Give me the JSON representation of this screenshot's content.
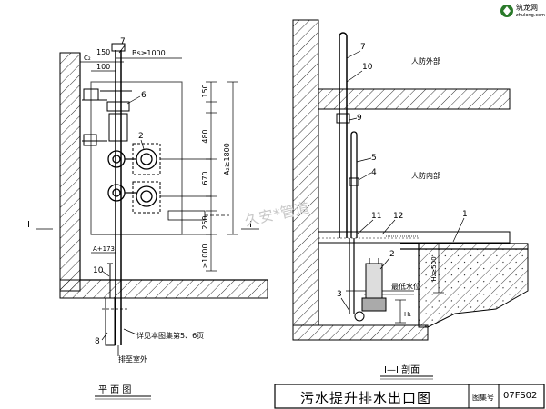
{
  "plan": {
    "caption": "平 面 图",
    "label_I_left": "I",
    "label_I_right": "I",
    "dims": {
      "d150": "150",
      "d_bs": "Bs≥1000",
      "d_ca": "C₂",
      "d150_top": "150",
      "d100": "100",
      "d480": "480",
      "d670": "670",
      "d250": "250",
      "d_ge1000": "≥1000",
      "d_ge1800": "A₂≥1800",
      "d_a173": "A+173"
    },
    "callouts": [
      "7",
      "6",
      "2",
      "10",
      "8"
    ],
    "note_ref": "详见本图集第5、6页",
    "note_out": "排至室外"
  },
  "section": {
    "caption": "I—I 剖面",
    "outside_label": "人防外部",
    "inside_label": "人防内部",
    "low_level": "最低水位",
    "callouts": [
      "7",
      "10",
      "9",
      "5",
      "4",
      "11",
      "12",
      "1",
      "2",
      "3"
    ],
    "dims": {
      "h_ge500": "H₂≥500",
      "h1": "H₁"
    }
  },
  "title_block": {
    "title": "污水提升排水出口图",
    "atlas_label": "图集号",
    "atlas_no": "07FS02"
  },
  "watermark": "久安*管道",
  "logo_text": "筑龙网",
  "logo_sub": "zhulong.com"
}
